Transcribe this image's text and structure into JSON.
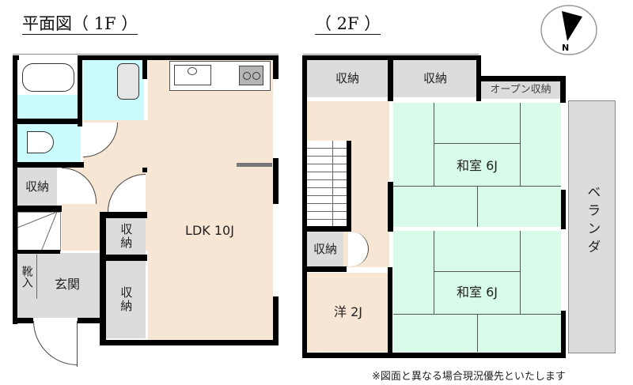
{
  "titles": {
    "floor1": "平面図（ 1F ）",
    "floor2": "（ 2F ）"
  },
  "compass": {
    "label": "N",
    "icon": "north-arrow-icon"
  },
  "floor1": {
    "rooms": {
      "storage_left": "収納",
      "ldk": "LDK 10J",
      "storage_mid_top": "収納",
      "storage_mid_bottom": "収納",
      "entrance": "玄関",
      "shoe_closet": "靴入"
    },
    "fixtures": [
      "bathtub",
      "washbasin",
      "toilet",
      "kitchen-sink",
      "gas-stove"
    ]
  },
  "floor2": {
    "rooms": {
      "storage_top_left": "収納",
      "storage_top_mid": "収納",
      "open_storage": "オープン収納",
      "washitsu_top": "和室 6J",
      "washitsu_bottom": "和室 6J",
      "storage_small": "収納",
      "western_room": "洋 2J",
      "veranda": "ベランダ"
    }
  },
  "note": "※図面と異なる場合現況優先といたします",
  "colors": {
    "wall": "#000000",
    "floor_wood": "#f8e6d4",
    "wet_area": "#ccfbfe",
    "storage": "#dcdcdc",
    "tatami": "#d7fbe8"
  }
}
